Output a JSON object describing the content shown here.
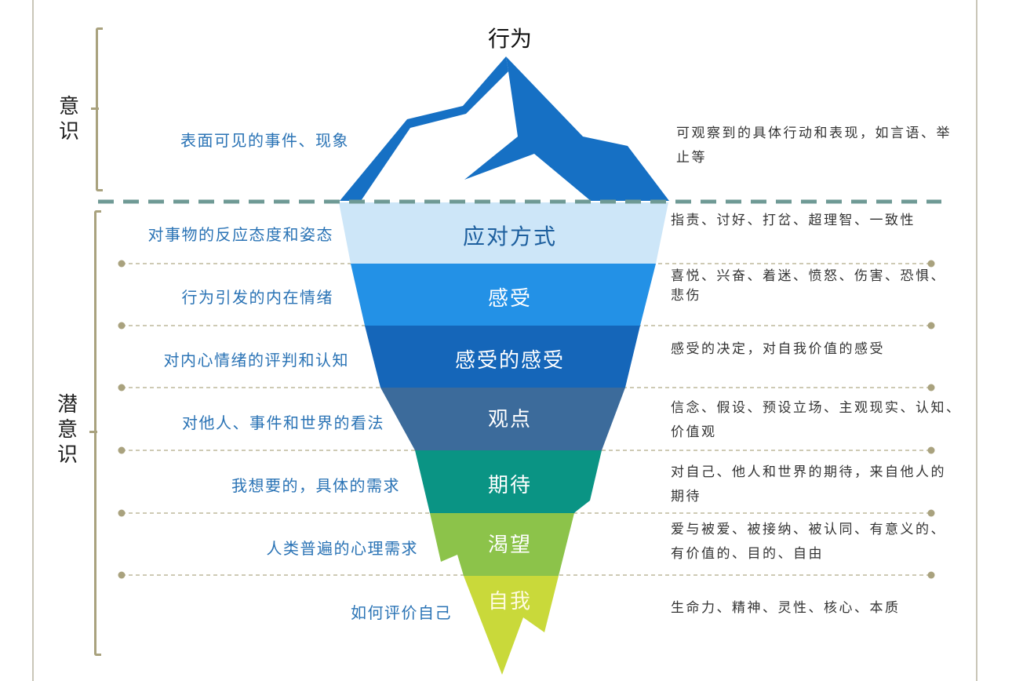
{
  "title": "行为",
  "conscious_label": "意识",
  "subconscious_label": "潜意识",
  "surface": {
    "left": "表面可见的事件、现象",
    "right": "可观察到的具体行动和表现，如言语、举止等"
  },
  "layers": [
    {
      "name": "应对方式",
      "left": "对事物的反应态度和姿态",
      "right": "指责、讨好、打岔、超理智、一致性",
      "color": "#cde6f8",
      "text_color": "#1d5f9e"
    },
    {
      "name": "感受",
      "left": "行为引发的内在情绪",
      "right": "喜悦、兴奋、着迷、愤怒、伤害、恐惧、悲伤",
      "color": "#2391e6",
      "text_color": "#ffffff"
    },
    {
      "name": "感受的感受",
      "left": "对内心情绪的评判和认知",
      "right": "感受的决定，对自我价值的感受",
      "color": "#1566b9",
      "text_color": "#ffffff"
    },
    {
      "name": "观点",
      "left": "对他人、事件和世界的看法",
      "right": "信念、假设、预设立场、主观现实、认知、价值观",
      "color": "#3c6b9b",
      "text_color": "#ffffff"
    },
    {
      "name": "期待",
      "left": "我想要的，具体的需求",
      "right": "对自己、他人和世界的期待，来自他人的期待",
      "color": "#0a9484",
      "text_color": "#ffffff"
    },
    {
      "name": "渴望",
      "left": "人类普遍的心理需求",
      "right": "爱与被爱、被接纳、被认同、有意义的、有价值的、目的、自由",
      "color": "#8cc34a",
      "text_color": "#ffffff"
    },
    {
      "name": "自我",
      "left": "如何评价自己",
      "right": "生命力、精神、灵性、核心、本质",
      "color": "#c9d93a",
      "text_color": "#ffffff"
    }
  ],
  "colors": {
    "tip": "#1670c4",
    "waterline": "#6f9a95",
    "divider": "#bdb89c"
  }
}
